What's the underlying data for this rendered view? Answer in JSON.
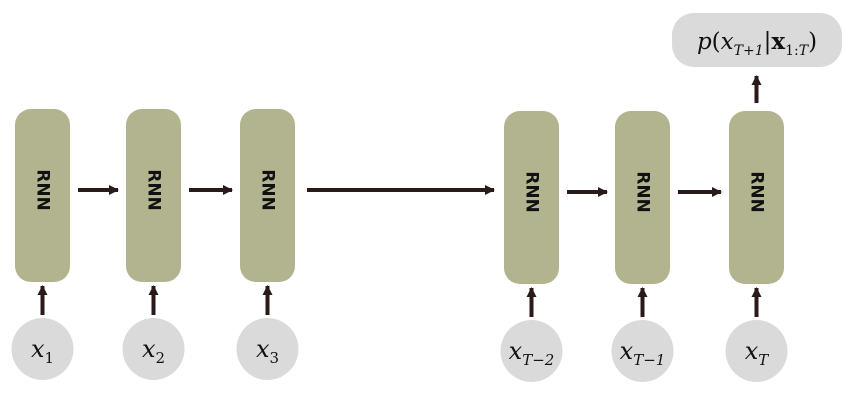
{
  "colors": {
    "cell_fill": "#b1b48f",
    "input_fill": "#dadada",
    "output_fill": "#dadada",
    "arrow": "#2a1a1a"
  },
  "cells": [
    {
      "label": "RNN",
      "input": {
        "base": "x",
        "sub": "1"
      }
    },
    {
      "label": "RNN",
      "input": {
        "base": "x",
        "sub": "2"
      }
    },
    {
      "label": "RNN",
      "input": {
        "base": "x",
        "sub": "3"
      }
    },
    {
      "label": "RNN",
      "input": {
        "base": "x",
        "sub": "T−2"
      }
    },
    {
      "label": "RNN",
      "input": {
        "base": "x",
        "sub": "T−1"
      }
    },
    {
      "label": "RNN",
      "input": {
        "base": "x",
        "sub": "T"
      }
    }
  ],
  "output": {
    "p": "p",
    "open": "(",
    "x": "x",
    "x_sub": "T+1",
    "bar": "|",
    "cond": "x",
    "cond_sub": "1:",
    "cond_sub_T": "T",
    "close": ")"
  }
}
